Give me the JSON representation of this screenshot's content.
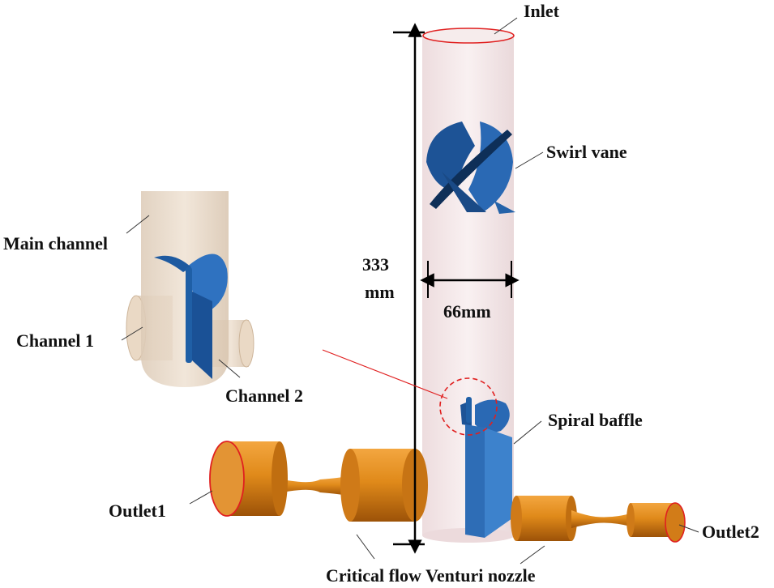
{
  "labels": {
    "inlet": "Inlet",
    "swirl_vane": "Swirl vane",
    "main_channel": "Main channel",
    "channel_1": "Channel 1",
    "channel_2": "Channel 2",
    "height_value": "333",
    "height_unit": "mm",
    "diameter": "66mm",
    "spiral_baffle": "Spiral baffle",
    "outlet1": "Outlet1",
    "outlet2": "Outlet2",
    "venturi": "Critical flow Venturi nozzle"
  },
  "colors": {
    "pipe_fill": "#f4e4e6",
    "inset_pipe": "#e6d6c6",
    "vane_blue": "#1f5fa6",
    "vane_dark": "#143f72",
    "orange": "#e08a1a",
    "orange_dark": "#b4640c",
    "red_outline": "#e02020",
    "leader": "#333333"
  }
}
